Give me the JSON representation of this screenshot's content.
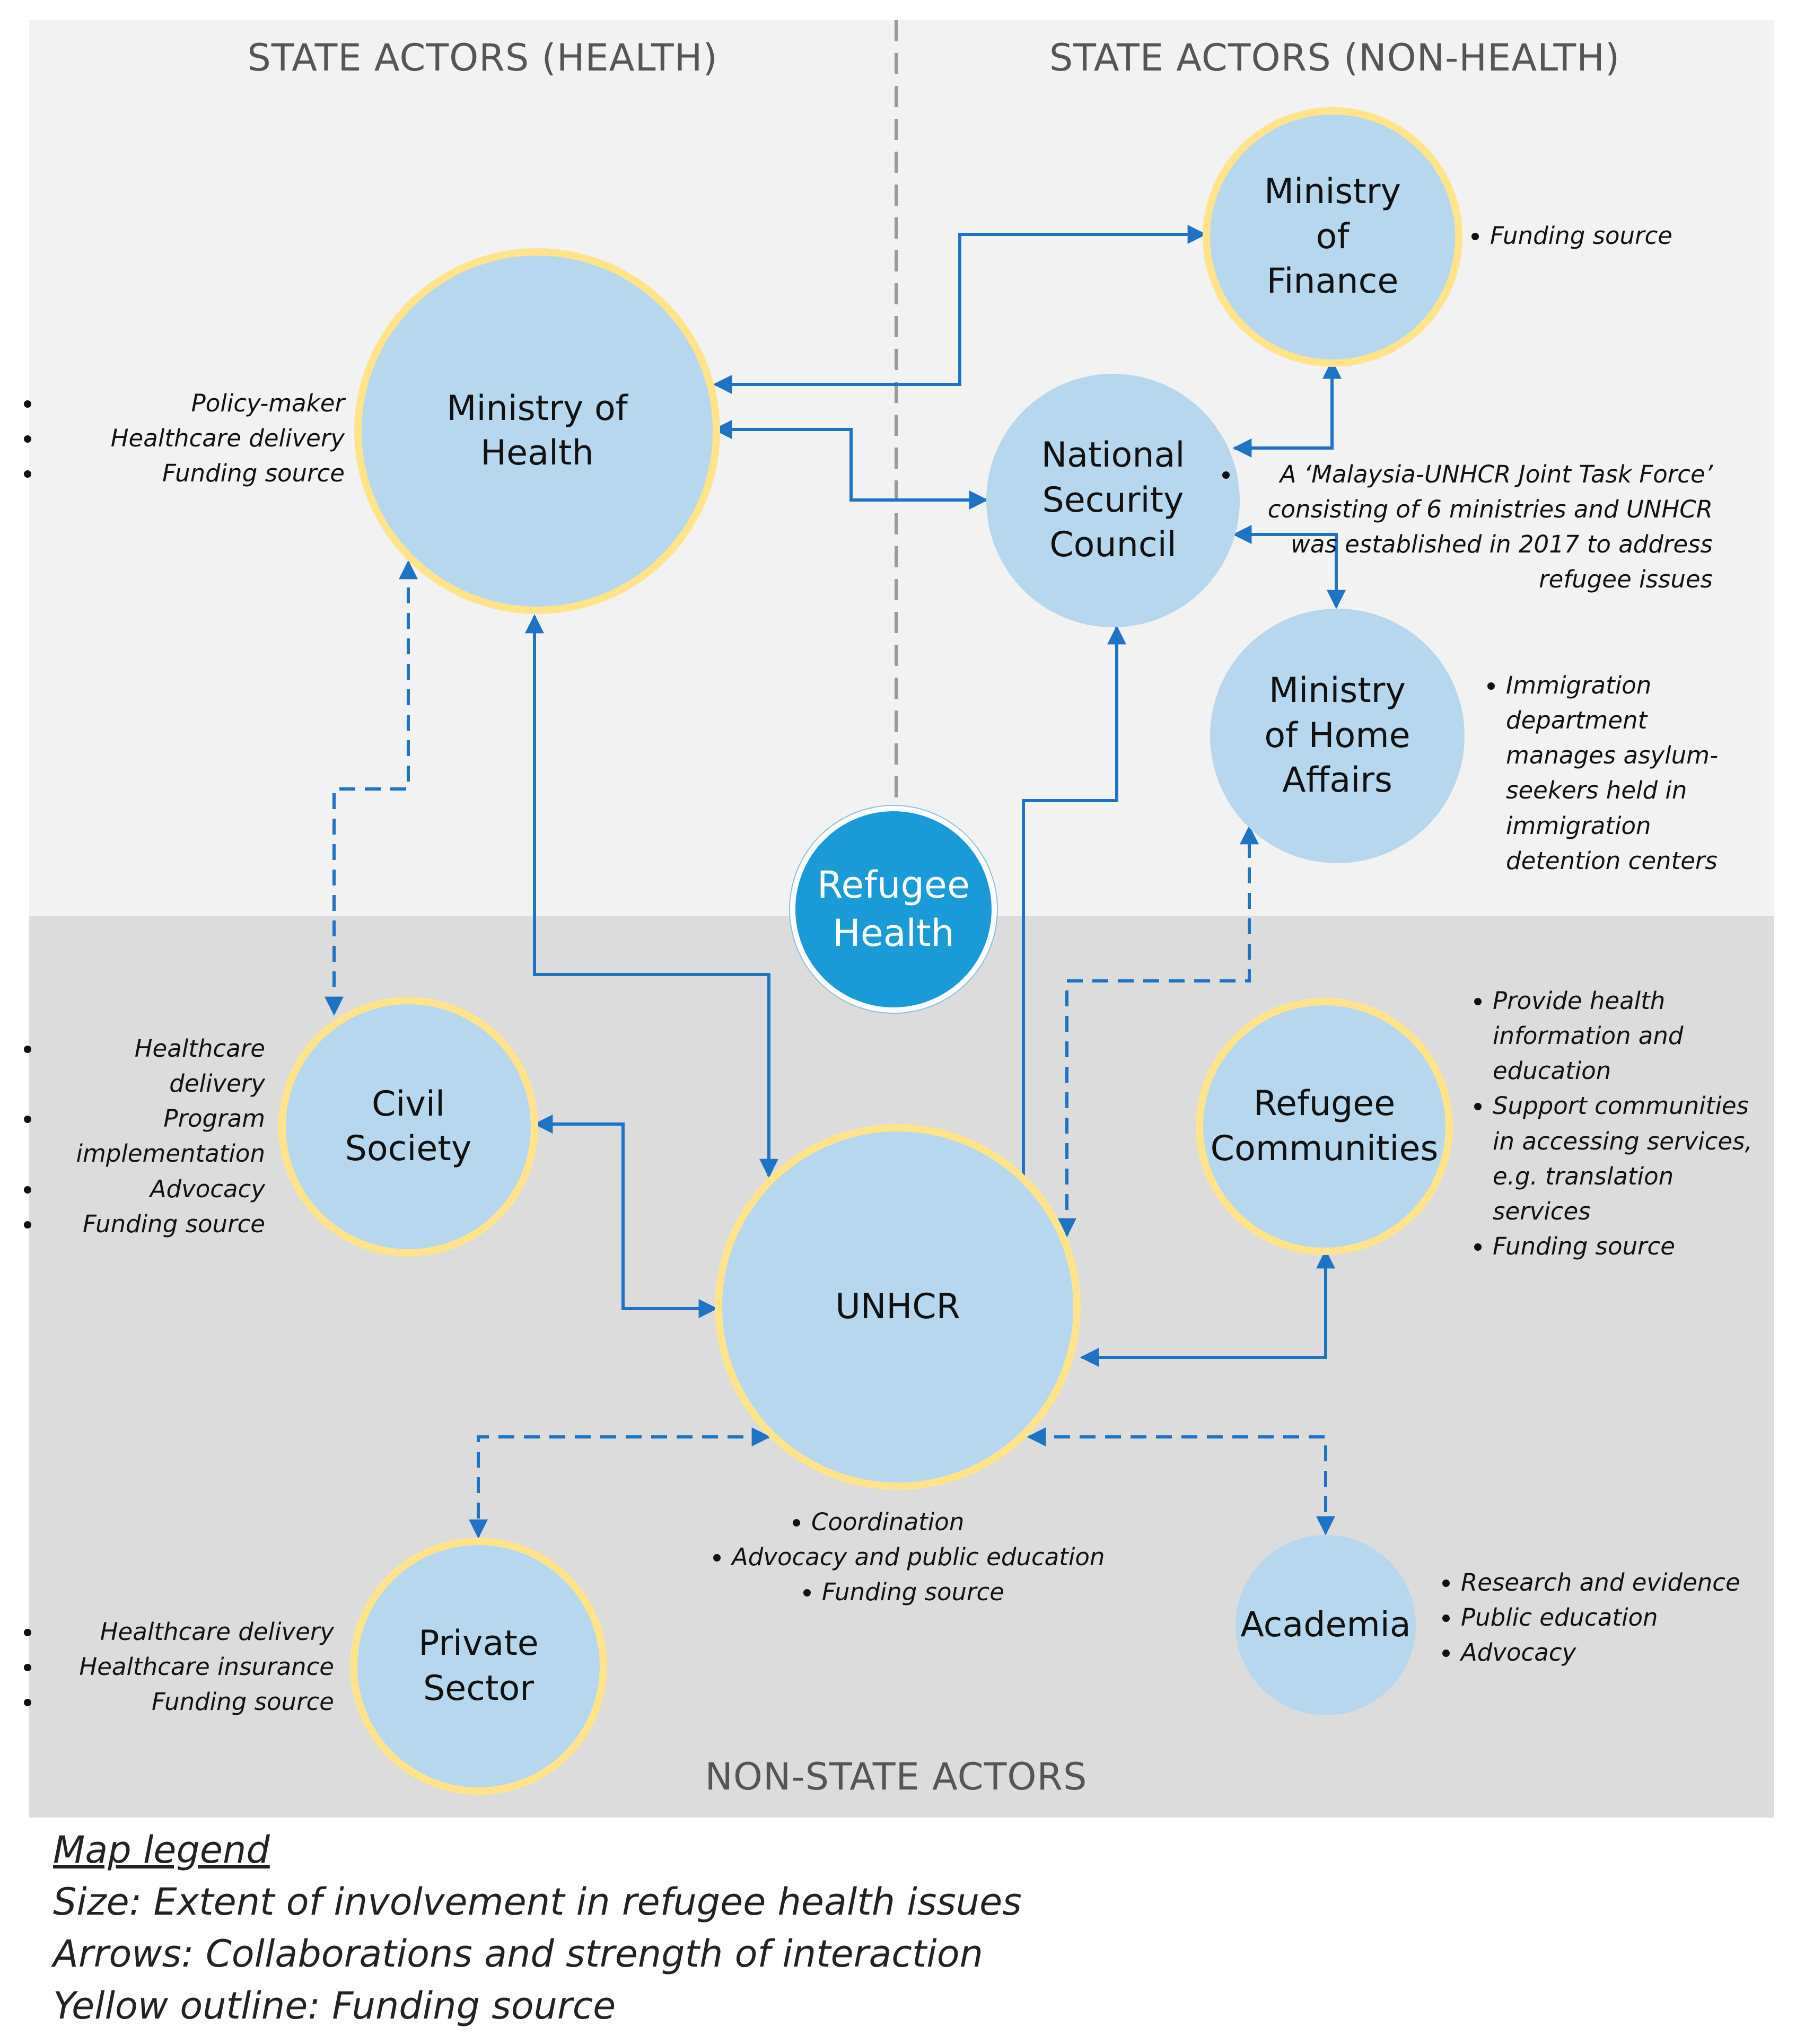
{
  "sections": {
    "health": "STATE ACTORS (HEALTH)",
    "non_health": "STATE ACTORS (NON-HEALTH)",
    "non_state": "NON-STATE ACTORS"
  },
  "nodes": {
    "moh": {
      "label": "Ministry of\nHealth",
      "notes": [
        "Policy-maker",
        "Healthcare  delivery",
        "Funding source"
      ]
    },
    "mof": {
      "label": "Ministry\nof\nFinance",
      "notes": [
        "Funding source"
      ]
    },
    "nsc": {
      "label": "National\nSecurity\nCouncil",
      "notes": [
        "A ‘Malaysia-UNHCR Joint Task Force’ consisting of 6 ministries and UNHCR was established in 2017 to address refugee issues"
      ]
    },
    "moha": {
      "label": "Ministry\nof Home\nAffairs",
      "notes": [
        "Immigration department manages asylum-seekers held in immigration detention centers"
      ]
    },
    "refugee_health": {
      "label": "Refugee\nHealth"
    },
    "civil": {
      "label": "Civil\nSociety",
      "notes": [
        "Healthcare delivery",
        "Program implementation",
        "Advocacy",
        "Funding source"
      ]
    },
    "communities": {
      "label": "Refugee\nCommunities",
      "notes": [
        "Provide health information and education",
        "Support communities in accessing services, e.g. translation services",
        "Funding source"
      ]
    },
    "unhcr": {
      "label": "UNHCR",
      "notes": [
        "Coordination",
        "Advocacy and public education",
        "Funding source"
      ]
    },
    "private": {
      "label": "Private\nSector",
      "notes": [
        "Healthcare delivery",
        "Healthcare insurance",
        "Funding source"
      ]
    },
    "academia": {
      "label": "Academia",
      "notes": [
        "Research and evidence",
        "Public education",
        "Advocacy"
      ]
    }
  },
  "legend": {
    "title": "Map legend",
    "size": "Size: Extent of involvement in refugee health issues",
    "arrows": "Arrows: Collaborations and strength of interaction",
    "yellow": "Yellow outline: Funding source"
  },
  "colors": {
    "circle_fill": "#b7d7ee",
    "funding_outline": "#ffe48c",
    "core_fill": "#1a9bd7",
    "arrow": "#1f73c4"
  }
}
